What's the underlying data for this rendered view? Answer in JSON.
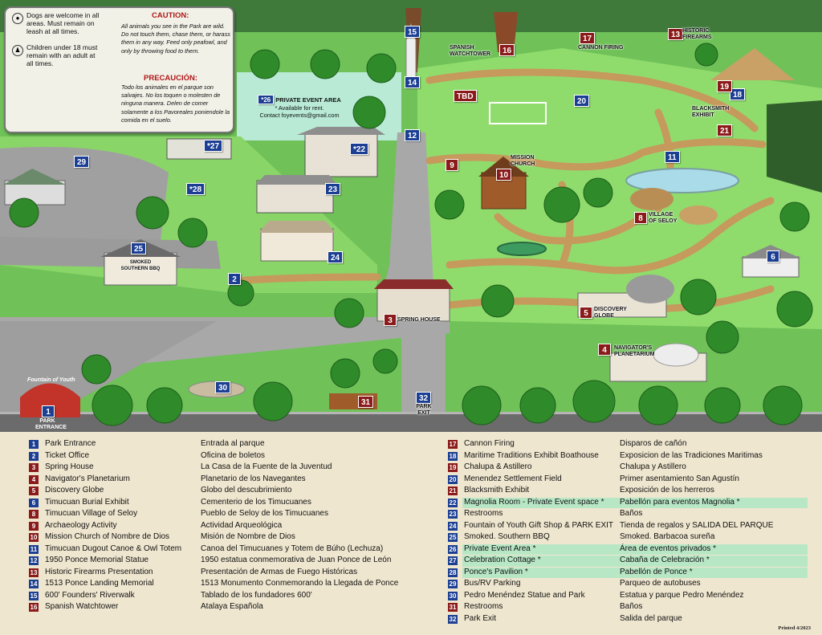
{
  "info": {
    "rule_dogs": "Dogs are welcome in all areas. Must remain on leash at all times.",
    "rule_children": "Children under 18 must remain with an adult at all times.",
    "caution_title": "CAUTION:",
    "caution_text": "All animals you see in the Park are wild. Do not touch them, chase them, or harass them in any way. Feed only peafowl, and only by throwing food to them.",
    "precaucion_title": "PRECAUCIÓN:",
    "precaucion_text": "Todo los animales en el parque son salvajes. No los toquen o molesten de ninguna manera. Delen de comer solamente a los Pavoreales poniendole la comida en el suelo."
  },
  "private_event": {
    "number": "*26",
    "title": "PRIVATE EVENT AREA",
    "line1": "* Available for rent.",
    "line2": "Contact foyevents@gmail.com"
  },
  "map_markers": [
    {
      "id": "1",
      "color": "blue",
      "label": "PARK ENTRANCE"
    },
    {
      "id": "2",
      "color": "blue"
    },
    {
      "id": "3",
      "color": "red",
      "label": "SPRING HOUSE"
    },
    {
      "id": "4",
      "color": "red",
      "label": "NAVIGATOR'S PLANETARIUM"
    },
    {
      "id": "5",
      "color": "red",
      "label": "DISCOVERY GLOBE"
    },
    {
      "id": "6",
      "color": "blue"
    },
    {
      "id": "8",
      "color": "red",
      "label": "VILLAGE OF SELOY"
    },
    {
      "id": "9",
      "color": "red"
    },
    {
      "id": "10",
      "color": "red",
      "label": "MISSION CHURCH"
    },
    {
      "id": "11",
      "color": "blue"
    },
    {
      "id": "12",
      "color": "blue"
    },
    {
      "id": "13",
      "color": "red",
      "label": "HISTORIC FIREARMS"
    },
    {
      "id": "14",
      "color": "blue"
    },
    {
      "id": "15",
      "color": "blue"
    },
    {
      "id": "16",
      "color": "red",
      "label": "SPANISH WATCHTOWER"
    },
    {
      "id": "17",
      "color": "red",
      "label": "CANNON FIRING"
    },
    {
      "id": "18",
      "color": "blue"
    },
    {
      "id": "19",
      "color": "red"
    },
    {
      "id": "20",
      "color": "blue"
    },
    {
      "id": "21",
      "color": "red",
      "label": "BLACKSMITH EXHIBIT"
    },
    {
      "id": "*22",
      "color": "blue"
    },
    {
      "id": "23",
      "color": "blue"
    },
    {
      "id": "24",
      "color": "blue"
    },
    {
      "id": "25",
      "color": "blue"
    },
    {
      "id": "*27",
      "color": "blue"
    },
    {
      "id": "*28",
      "color": "blue"
    },
    {
      "id": "29",
      "color": "blue"
    },
    {
      "id": "30",
      "color": "blue"
    },
    {
      "id": "31",
      "color": "red"
    },
    {
      "id": "32",
      "color": "blue",
      "label": "PARK EXIT"
    },
    {
      "id": "TBD",
      "color": "red"
    }
  ],
  "signage": {
    "fountain_sign": "Fountain of Youth",
    "bbq_sign": "SMOKED Southern BBQ"
  },
  "legend": {
    "column1": [
      {
        "num": "1",
        "color": "blue",
        "en": "Park Entrance",
        "es": "Entrada al parque"
      },
      {
        "num": "2",
        "color": "blue",
        "en": "Ticket Office",
        "es": "Oficina de boletos"
      },
      {
        "num": "3",
        "color": "red",
        "en": "Spring House",
        "es": "La Casa de la Fuente de la Juventud"
      },
      {
        "num": "4",
        "color": "red",
        "en": "Navigator's Planetarium",
        "es": "Planetario de los Navegantes"
      },
      {
        "num": "5",
        "color": "red",
        "en": "Discovery Globe",
        "es": "Globo del descubrimiento"
      },
      {
        "num": "6",
        "color": "blue",
        "en": "Timucuan Burial Exhibit",
        "es": "Cementerio de los Timucuanes"
      },
      {
        "num": "8",
        "color": "red",
        "en": "Timucuan Village of Seloy",
        "es": "Pueblo de Seloy de los Timucuanes"
      },
      {
        "num": "9",
        "color": "red",
        "en": "Archaeology Activity",
        "es": "Actividad Arqueológica"
      },
      {
        "num": "10",
        "color": "red",
        "en": "Mission Church of Nombre de Dios",
        "es": "Misión de Nombre de Dios"
      },
      {
        "num": "11",
        "color": "blue",
        "en": "Timucuan Dugout Canoe & Owl Totem",
        "es": "Canoa del Timucuanes y Totem de Búho (Lechuza)"
      },
      {
        "num": "12",
        "color": "blue",
        "en": "1950 Ponce Memorial Statue",
        "es": "1950 estatua conmemorativa de Juan Ponce de León"
      },
      {
        "num": "13",
        "color": "red",
        "en": "Historic Firearms Presentation",
        "es": "Presentación de Armas de Fuego Históricas"
      },
      {
        "num": "14",
        "color": "blue",
        "en": "1513 Ponce Landing Memorial",
        "es": "1513 Monumento Conmemorando la Llegada de Ponce"
      },
      {
        "num": "15",
        "color": "blue",
        "en": "600' Founders' Riverwalk",
        "es": "Tablado de los fundadores 600'"
      },
      {
        "num": "16",
        "color": "red",
        "en": "Spanish Watchtower",
        "es": "Atalaya Española"
      }
    ],
    "column2": [
      {
        "num": "17",
        "color": "red",
        "en": "Cannon Firing",
        "es": "Disparos de cañón"
      },
      {
        "num": "18",
        "color": "blue",
        "en": "Maritime Traditions Exhibit Boathouse",
        "es": "Exposicion de las Tradiciones Maritimas"
      },
      {
        "num": "19",
        "color": "red",
        "en": "Chalupa & Astillero",
        "es": "Chalupa y Astillero"
      },
      {
        "num": "20",
        "color": "blue",
        "en": "Menendez Settlement Field",
        "es": "Primer asentamiento San Agustín"
      },
      {
        "num": "21",
        "color": "red",
        "en": "Blacksmith Exhibit",
        "es": "Exposición de los herreros"
      },
      {
        "num": "22",
        "color": "blue",
        "en": "Magnolia Room - Private Event space *",
        "es": "Pabellón para eventos Magnolia *",
        "highlight": true
      },
      {
        "num": "23",
        "color": "blue",
        "en": "Restrooms",
        "es": "Baños"
      },
      {
        "num": "24",
        "color": "blue",
        "en": "Fountain of Youth Gift Shop & PARK EXIT",
        "es": "Tienda de regalos y SALIDA DEL PARQUE"
      },
      {
        "num": "25",
        "color": "blue",
        "en": "Smoked. Southern BBQ",
        "es": "Smoked. Barbacoa sureña"
      },
      {
        "num": "26",
        "color": "blue",
        "en": "Private Event Area *",
        "es": "Área de eventos privados *",
        "highlight": true
      },
      {
        "num": "27",
        "color": "blue",
        "en": "Celebration Cottage *",
        "es": "Cabaña de Celebración *",
        "highlight": true
      },
      {
        "num": "28",
        "color": "blue",
        "en": "Ponce's Pavilion *",
        "es": "Pabellón de Ponce *",
        "highlight": true
      },
      {
        "num": "29",
        "color": "blue",
        "en": "Bus/RV Parking",
        "es": "Parqueo de autobuses"
      },
      {
        "num": "30",
        "color": "blue",
        "en": "Pedro Menéndez Statue and Park",
        "es": "Estatua y parque Pedro Menéndez"
      },
      {
        "num": "31",
        "color": "red",
        "en": "Restrooms",
        "es": "Baños"
      },
      {
        "num": "32",
        "color": "blue",
        "en": "Park Exit",
        "es": "Salida del parque"
      }
    ]
  },
  "printed": "Printed 4/2023",
  "colors": {
    "red_marker": "#8b1a1a",
    "blue_marker": "#1c3f93",
    "highlight": "#b8e7c6",
    "grass": "#7bd05f",
    "path": "#c69a5e",
    "road": "#a3a3a3"
  }
}
